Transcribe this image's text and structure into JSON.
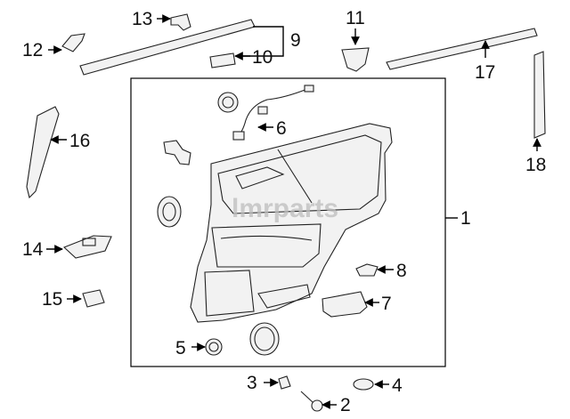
{
  "watermark": "lmrparts",
  "callouts": {
    "c1": "1",
    "c2": "2",
    "c3": "3",
    "c4": "4",
    "c5": "5",
    "c6": "6",
    "c7": "7",
    "c8": "8",
    "c9": "9",
    "c10": "10",
    "c11": "11",
    "c12": "12",
    "c13": "13",
    "c14": "14",
    "c15": "15",
    "c16": "16",
    "c17": "17",
    "c18": "18"
  }
}
